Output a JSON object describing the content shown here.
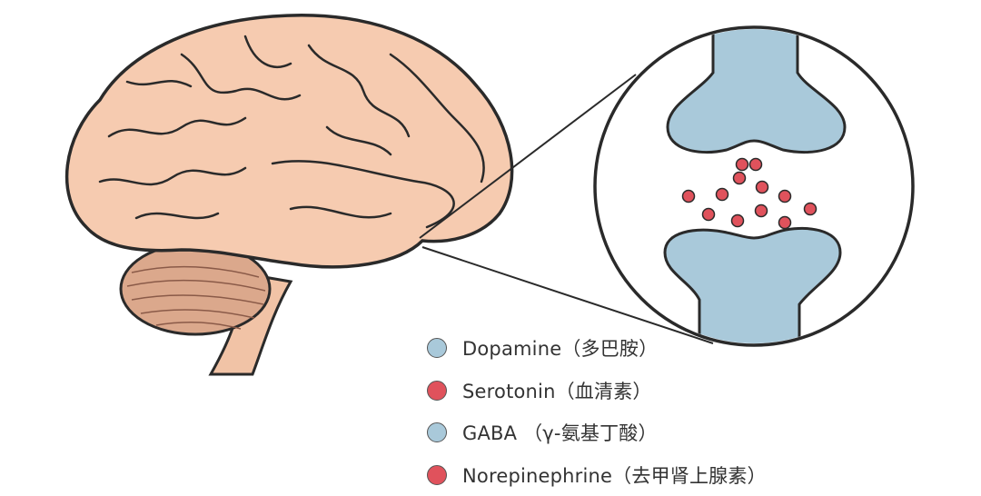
{
  "colors": {
    "brain": "#F6CBB0",
    "cerebellum": "#DBA88C",
    "outline": "#2a2a2a",
    "vesicle_blue": "#A9C9DA",
    "vesicle_red": "#E0525C"
  },
  "legend": [
    {
      "label": "Dopamine（多巴胺）",
      "color": "#A9C9DA"
    },
    {
      "label": "Serotonin（血清素）",
      "color": "#E0525C"
    },
    {
      "label": "GABA （γ-氨基丁酸）",
      "color": "#A9C9DA"
    },
    {
      "label": "Norepinephrine（去甲肾上腺素）",
      "color": "#E0525C"
    }
  ]
}
